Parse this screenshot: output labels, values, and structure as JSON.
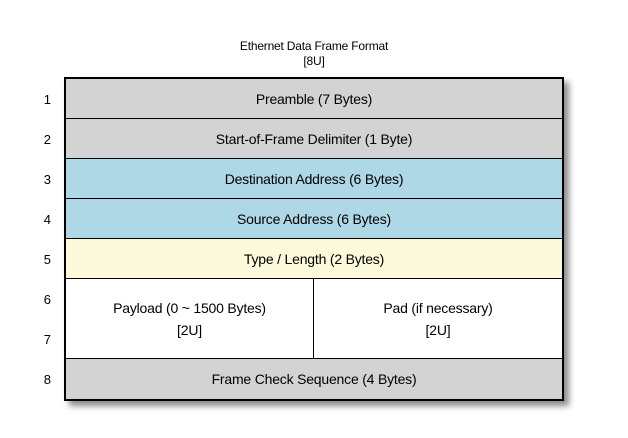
{
  "title": {
    "line1": "Ethernet Data Frame Format",
    "line2": "[8U]"
  },
  "frame": {
    "row_numbers": [
      "1",
      "2",
      "3",
      "4",
      "5",
      "6",
      "7",
      "8"
    ],
    "cells": {
      "preamble": "Preamble (7 Bytes)",
      "sfd": "Start-of-Frame Delimiter (1 Byte)",
      "destination": "Destination Address (6 Bytes)",
      "source": "Source Address (6 Bytes)",
      "type_length": "Type / Length (2 Bytes)",
      "payload_line1": "Payload (0 ~ 1500 Bytes)",
      "payload_line2": "[2U]",
      "pad_line1": "Pad (if necessary)",
      "pad_line2": "[2U]",
      "fcs": "Frame Check Sequence (4 Bytes)"
    }
  },
  "colors": {
    "gray_band": "#d3d3d3",
    "blue_band": "#aed8e5",
    "cream_band": "#fcfadb",
    "white_band": "#ffffff",
    "border": "#000000",
    "background": "#ffffff"
  }
}
